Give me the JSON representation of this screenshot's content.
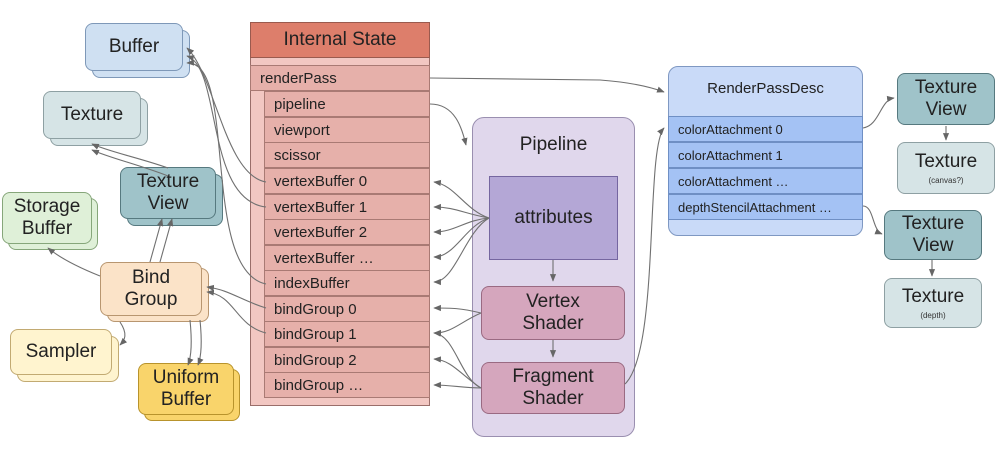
{
  "internal_state": {
    "title": "Internal State",
    "rows": [
      "renderPass",
      "pipeline",
      "viewport",
      "scissor",
      "vertexBuffer 0",
      "vertexBuffer 1",
      "vertexBuffer 2",
      "vertexBuffer …",
      "indexBuffer",
      "bindGroup 0",
      "bindGroup 1",
      "bindGroup 2",
      "bindGroup …"
    ]
  },
  "pipeline": {
    "title": "Pipeline",
    "attributes": "attributes",
    "vertex_shader": [
      "Vertex",
      "Shader"
    ],
    "fragment_shader": [
      "Fragment",
      "Shader"
    ]
  },
  "render_pass_desc": {
    "title": "RenderPassDesc",
    "rows": [
      "colorAttachment 0",
      "colorAttachment 1",
      "colorAttachment …",
      "depthStencilAttachment …"
    ]
  },
  "resources": {
    "buffer": "Buffer",
    "texture": "Texture",
    "texture_view": [
      "Texture",
      "View"
    ],
    "storage_buffer": [
      "Storage",
      "Buffer"
    ],
    "bind_group": [
      "Bind",
      "Group"
    ],
    "sampler": "Sampler",
    "uniform_buffer": [
      "Uniform",
      "Buffer"
    ]
  },
  "attachments": {
    "color_view": [
      "Texture",
      "View"
    ],
    "color_texture": "Texture",
    "color_texture_note": "(canvas?)",
    "depth_view": [
      "Texture",
      "View"
    ],
    "depth_texture": "Texture",
    "depth_texture_note": "(depth)"
  },
  "colors": {
    "internal_state_header": "#dd7e6b",
    "internal_state_row": "#e6b0aa",
    "pipeline_bg": "#e0d7ec",
    "attributes": "#b4a7d6",
    "shader": "#d5a6bd",
    "render_pass_desc": "#c9daf8",
    "render_pass_row": "#a4c2f4",
    "texture_view": "#9fc3c9",
    "uniform_buffer": "#f9d46b"
  }
}
